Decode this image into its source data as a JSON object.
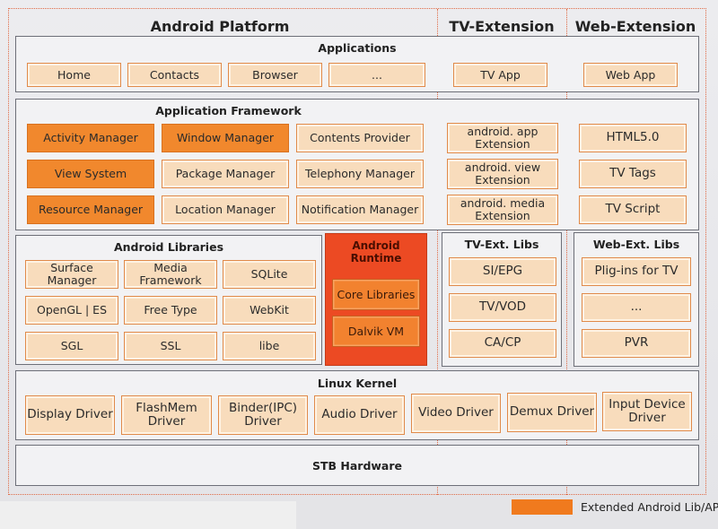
{
  "columns": {
    "android": "Android Platform",
    "tv": "TV-Extension",
    "web": "Web-Extension"
  },
  "applications": {
    "title": "Applications",
    "items": [
      "Home",
      "Contacts",
      "Browser",
      "...",
      "TV App",
      "Web App"
    ]
  },
  "framework": {
    "title": "Application Framework",
    "items": [
      "Activity Manager",
      "Window Manager",
      "Contents Provider",
      "View System",
      "Package Manager",
      "Telephony Manager",
      "Resource Manager",
      "Location Manager",
      "Notification Manager"
    ],
    "tv_items": [
      "android. app\nExtension",
      "android. view\nExtension",
      "android. media\nExtension"
    ],
    "web_items": [
      "HTML5.0",
      "TV Tags",
      "TV Script"
    ]
  },
  "libraries": {
    "title": "Android Libraries",
    "items": [
      "Surface Manager",
      "Media Framework",
      "SQLite",
      "OpenGL | ES",
      "Free Type",
      "WebKit",
      "SGL",
      "SSL",
      "libe"
    ]
  },
  "runtime": {
    "title": "Android Runtime",
    "items": [
      "Core Libraries",
      "Dalvik VM"
    ]
  },
  "tv_libs": {
    "title": "TV-Ext. Libs",
    "items": [
      "SI/EPG",
      "TV/VOD",
      "CA/CP"
    ]
  },
  "web_libs": {
    "title": "Web-Ext. Libs",
    "items": [
      "Plig-ins for TV",
      "...",
      "PVR"
    ]
  },
  "kernel": {
    "title": "Linux Kernel",
    "items": [
      "Display Driver",
      "FlashMem\nDriver",
      "Binder(IPC)\nDriver",
      "Audio Driver",
      "Video Driver",
      "Demux Driver",
      "Input Device\nDriver"
    ]
  },
  "hardware": {
    "title": "STB Hardware"
  },
  "legend": {
    "label": "Extended Android Lib/API",
    "color": "#f07a1e"
  }
}
